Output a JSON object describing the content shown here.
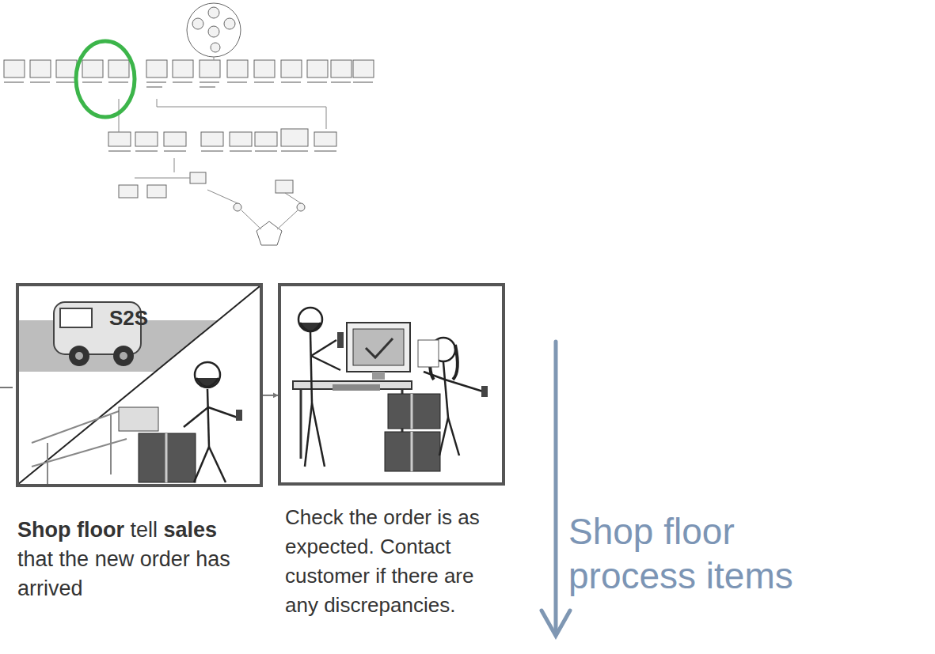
{
  "diagram": {
    "nodes": [
      {
        "text": [
          "Shop floor tell sales that the new order has arrived"
        ]
      },
      {
        "text": [
          "Check the order is as expected. Contact customer if there are any discrepancies."
        ]
      }
    ],
    "edges": [
      {
        "from": 0,
        "to": 1,
        "arrow": "to"
      }
    ],
    "labels": [
      "S2S",
      "Shop floor process items"
    ]
  }
}
